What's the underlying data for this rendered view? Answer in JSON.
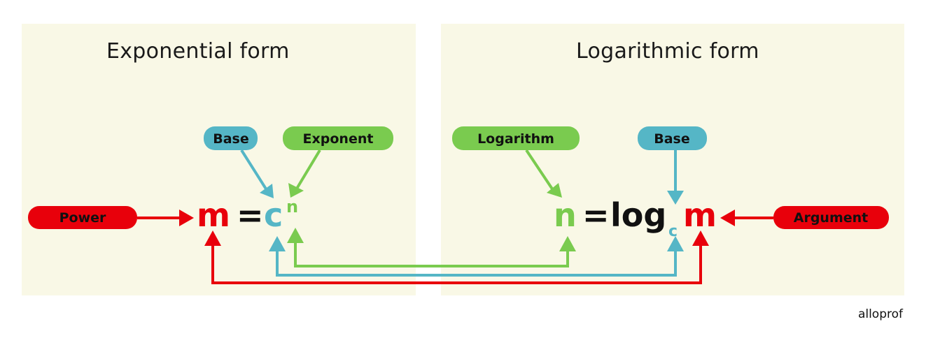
{
  "colors": {
    "panel_bg": "#f9f8e6",
    "red": "#e8000b",
    "blue": "#55b6c6",
    "green": "#7acb4f",
    "black": "#111111"
  },
  "exponential": {
    "title": "Exponential form",
    "labels": {
      "power": "Power",
      "base": "Base",
      "exponent": "Exponent"
    },
    "equation": {
      "lhs": "m",
      "equals": "=",
      "base": "c",
      "exponent": "n"
    }
  },
  "logarithmic": {
    "title": "Logarithmic form",
    "labels": {
      "logarithm": "Logarithm",
      "base": "Base",
      "argument": "Argument"
    },
    "equation": {
      "lhs": "n",
      "equals": "=",
      "log": "log",
      "base": "c",
      "argument": "m"
    }
  },
  "brand": "alloprof"
}
